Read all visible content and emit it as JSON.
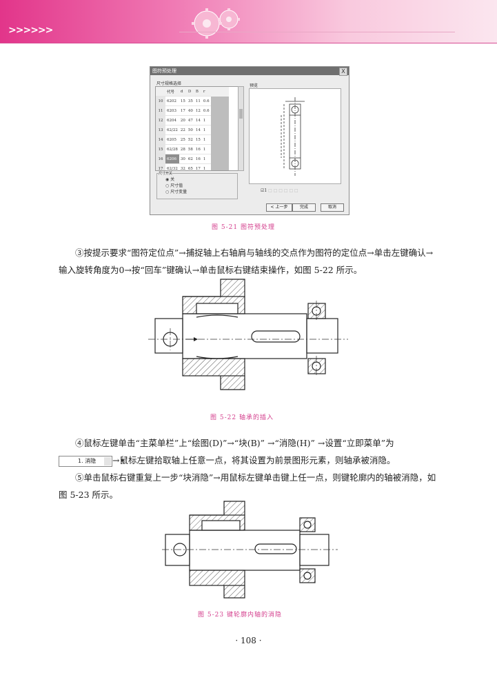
{
  "header": {
    "chevrons": ">>>>>>"
  },
  "dialog": {
    "title": "图符预处理",
    "close": "X",
    "list_label": "尺寸规格选择",
    "preview_label": "预览",
    "columns": [
      "代号",
      "d",
      "D",
      "B",
      "r"
    ],
    "rows": [
      {
        "n": "10",
        "code": "6202",
        "d": "15",
        "D": "35",
        "B": "11",
        "r": "0.6"
      },
      {
        "n": "11",
        "code": "6203",
        "d": "17",
        "D": "40",
        "B": "12",
        "r": "0.6"
      },
      {
        "n": "12",
        "code": "6204",
        "d": "20",
        "D": "47",
        "B": "14",
        "r": "1"
      },
      {
        "n": "13",
        "code": "62/22",
        "d": "22",
        "D": "50",
        "B": "14",
        "r": "1"
      },
      {
        "n": "14",
        "code": "6205",
        "d": "25",
        "D": "52",
        "B": "15",
        "r": "1"
      },
      {
        "n": "15",
        "code": "62/28",
        "d": "28",
        "D": "58",
        "B": "16",
        "r": "1"
      },
      {
        "n": "16",
        "code": "6206",
        "d": "30",
        "D": "62",
        "B": "16",
        "r": "1"
      },
      {
        "n": "17",
        "code": "62/32",
        "d": "32",
        "D": "65",
        "B": "17",
        "r": "1"
      }
    ],
    "selected_row": 6,
    "group_label": "尺寸开关",
    "options": [
      "关",
      "尺寸值",
      "尺寸变量"
    ],
    "checkbox_label": "1",
    "prev_btn": "< 上一步",
    "finish_btn": "完成",
    "cancel_btn": "取消"
  },
  "captions": {
    "fig21": "图 5-21  图符预处理",
    "fig22": "图 5-22  轴承的插入",
    "fig23": "图 5-23  键轮廓内轴的消隐"
  },
  "paragraphs": {
    "p3": "③按提示要求“图符定位点”→捕捉轴上右轴肩与轴线的交点作为图符的定位点→单击左键确认→输入旋转角度为0→按“回车”键确认→单击鼠标右键结束操作，如图 5-22 所示。",
    "p4a": "④鼠标左键单击“主菜单栏”上“绘图(D)”→“块(B)” →“消隐(H)” →设置“立即菜单”为",
    "p4b": "→鼠标左键拾取轴上任意一点，将其设置为前景图形元素，则轴承被消隐。",
    "dropdown": "1. 消隐",
    "p5": "⑤单击鼠标右键重复上一步“块消隐”→用鼠标左键单击键上任一点，则键轮廓内的轴被消隐，如图 5-23 所示。"
  },
  "page_number": "· 108 ·"
}
